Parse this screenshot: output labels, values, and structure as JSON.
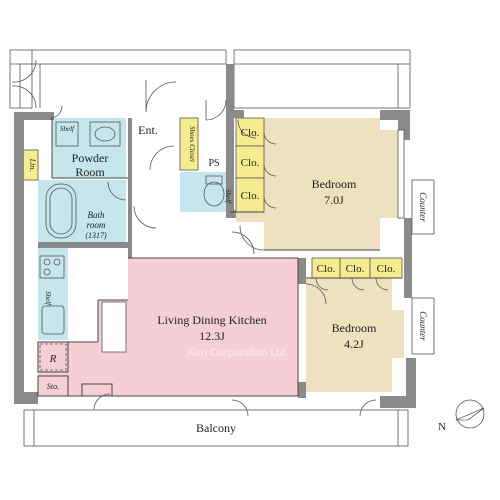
{
  "colors": {
    "wall": "#8a8a8a",
    "bedroom": "#ede1bf",
    "living": "#f6cfd6",
    "wet": "#c4e6ec",
    "closet": "#f4ec8e",
    "balcony_line": "#777777"
  },
  "rooms": {
    "entrance": "Ent.",
    "shoes_closet": "Shoes Closet",
    "ps": "PS",
    "shelf_ps": "Shelf",
    "powder_room": "Powder Room",
    "powder_line1": "Powder",
    "powder_line2": "Room",
    "shelf_powder": "Shelf",
    "linen": "Lin.",
    "bathroom_line1": "Bath",
    "bathroom_line2": "room",
    "bathroom_size": "(1317)",
    "shelf_kitchen": "Shelf",
    "refrigerator": "R",
    "storage": "Sto.",
    "bedroom1_name": "Bedroom",
    "bedroom1_size": "7.0J",
    "bedroom2_name": "Bedroom",
    "bedroom2_size": "4.2J",
    "ldk_name": "Living Dining Kitchen",
    "ldk_size": "12.3J",
    "balcony": "Balcony",
    "counter_upper": "Counter",
    "counter_lower": "Counter",
    "closet_labels": [
      "Clo.",
      "Clo.",
      "Clo.",
      "Clo.",
      "Clo.",
      "Clo."
    ]
  },
  "watermark": "Ken Corporation Ltd.",
  "compass_letter": "N"
}
